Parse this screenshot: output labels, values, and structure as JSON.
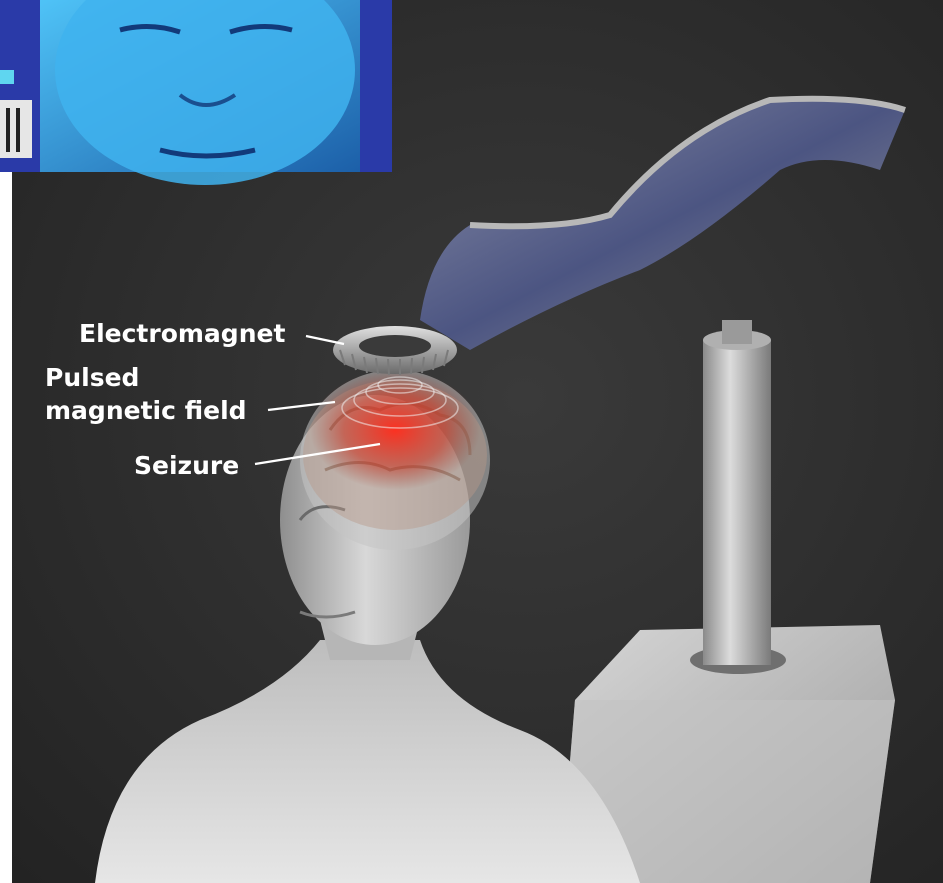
{
  "labels": {
    "electromagnet": "Electromagnet",
    "pulsed_line1": "Pulsed",
    "pulsed_line2": "magnetic field",
    "seizure": "Seizure"
  },
  "colors": {
    "background": "#2c2c2c",
    "figure": "#c9c9c9",
    "device": "#cfcfcf",
    "seizure": "#d83a2a",
    "inset": "#2fa6e8",
    "label": "#ffffff"
  }
}
